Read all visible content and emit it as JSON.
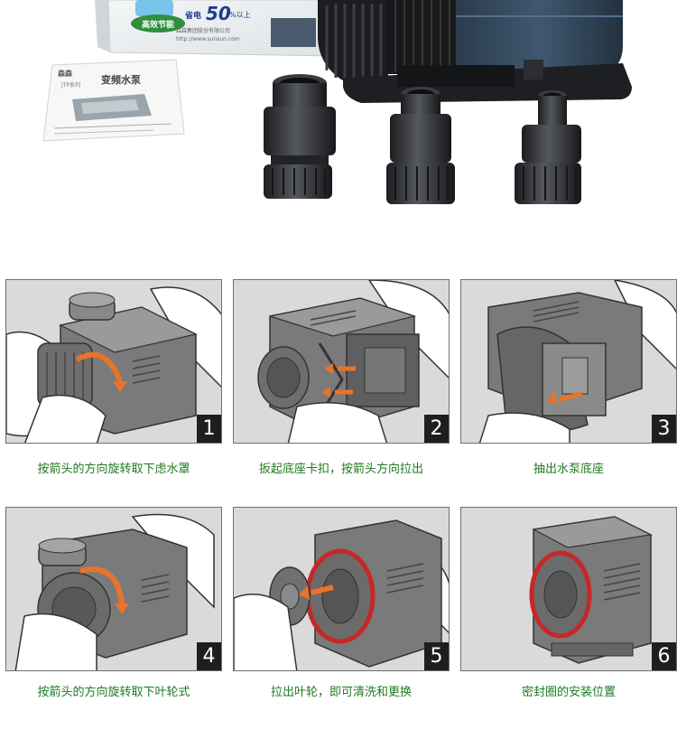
{
  "box_print": {
    "badge": "高效节能",
    "saving": "省电",
    "saving_number": "50",
    "saving_suffix": "%以上",
    "company": "森森集团股份有限公司",
    "website": "http://www.sunsun.com"
  },
  "manual_print": {
    "brand": "森森",
    "title": "变频水泵",
    "series": "JTP系列"
  },
  "steps": [
    {
      "number": "1",
      "caption": "按箭头的方向旋转取下虑水罩"
    },
    {
      "number": "2",
      "caption": "扳起底座卡扣，按箭头方向拉出"
    },
    {
      "number": "3",
      "caption": "抽出水泵底座"
    },
    {
      "number": "4",
      "caption": "按箭头的方向旋转取下叶轮式"
    },
    {
      "number": "5",
      "caption": "拉出叶轮，即可清洗和更换"
    },
    {
      "number": "6",
      "caption": "密封圈的安装位置"
    }
  ],
  "colors": {
    "caption_green": "#1f7a22",
    "arrow_orange": "#e8742a",
    "seal_red": "#c62828",
    "pump_blue": "#34495e"
  }
}
